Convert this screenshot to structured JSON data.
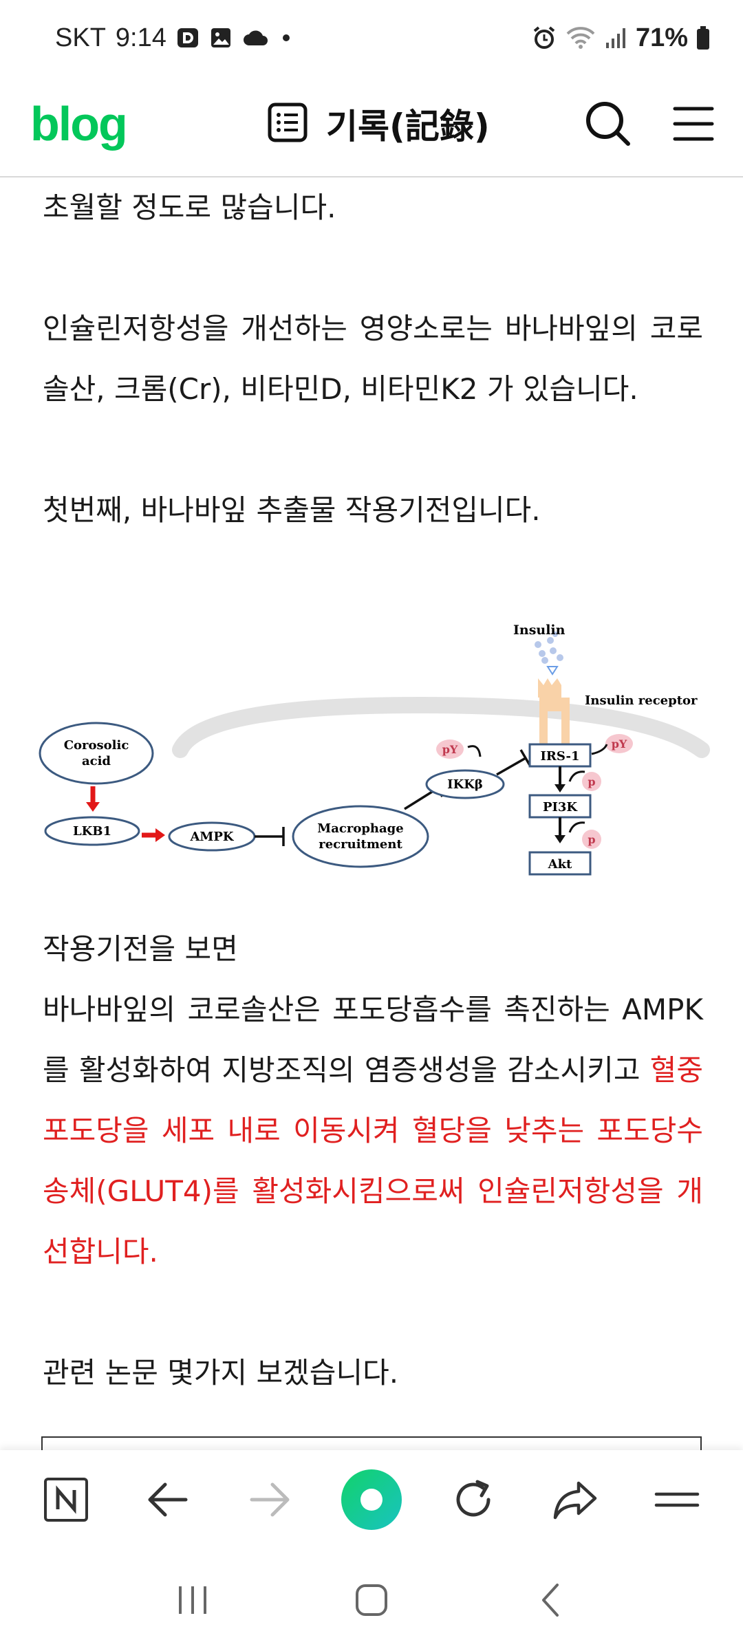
{
  "status_bar": {
    "carrier": "SKT",
    "time": "9:14",
    "battery": "71%",
    "icons": [
      "d-icon",
      "gallery-icon",
      "cloud-icon",
      "dot-icon",
      "alarm-icon",
      "wifi-icon",
      "signal-icon",
      "battery-icon"
    ]
  },
  "header": {
    "logo": "blog",
    "title": "기록(記錄)",
    "accent_color": "#03c75a"
  },
  "article": {
    "p1": "초월할 정도로 많습니다.",
    "p2": "인슐린저항성을 개선하는 영양소로는 바나바잎의 코로솔산, 크롬(Cr), 비타민D, 비타민K2 가 있습니다.",
    "p3": "첫번째, 바나바잎 추출물 작용기전입니다.",
    "p4_line1": "작용기전을 보면",
    "p4_normal": "바나바잎의 코로솔산은 포도당흡수를 촉진하는 AMPK를 활성화하여 지방조직의 염증생성을 감소시키고 ",
    "p4_red": "혈중 포도당을 세포 내로 이동시켜 혈당을 낮추는 포도당수송체(GLUT4)를 활성화시킴으로써 인슐린저항성을 개선합니다.",
    "p5": "관련 논문 몇가지 보겠습니다.",
    "highlight_color": "#e02020"
  },
  "diagram": {
    "insulin": "Insulin",
    "insulin_receptor": "Insulin receptor",
    "corosolic_line1": "Corosolic",
    "corosolic_line2": "acid",
    "lkb1": "LKB1",
    "ampk": "AMPK",
    "macrophage_line1": "Macrophage",
    "macrophage_line2": "recruitment",
    "ikkb": "IKKβ",
    "irs1": "IRS-1",
    "pi3k": "PI3K",
    "akt": "Akt",
    "py": "pY",
    "p": "p"
  },
  "toolbar": {
    "items": [
      "naver-home-icon",
      "back-icon",
      "forward-icon",
      "green-dot-icon",
      "reload-icon",
      "share-icon",
      "menu-icon"
    ]
  },
  "navbar": {
    "items": [
      "recent-apps-icon",
      "home-icon",
      "back-nav-icon"
    ]
  }
}
